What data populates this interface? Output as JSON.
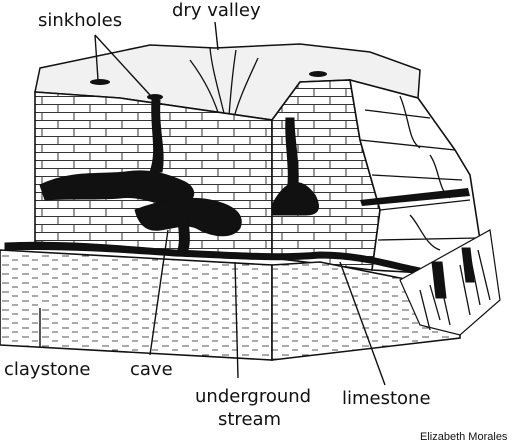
{
  "labels": {
    "sinkholes": "sinkholes",
    "dry_valley": "dry valley",
    "claystone": "claystone",
    "cave": "cave",
    "underground_1": "underground",
    "underground_2": "stream",
    "limestone": "limestone"
  },
  "credit": "Elizabeth Morales",
  "colors": {
    "ink": "#111111",
    "paper": "#ffffff",
    "surface": "#f1f1f1"
  }
}
